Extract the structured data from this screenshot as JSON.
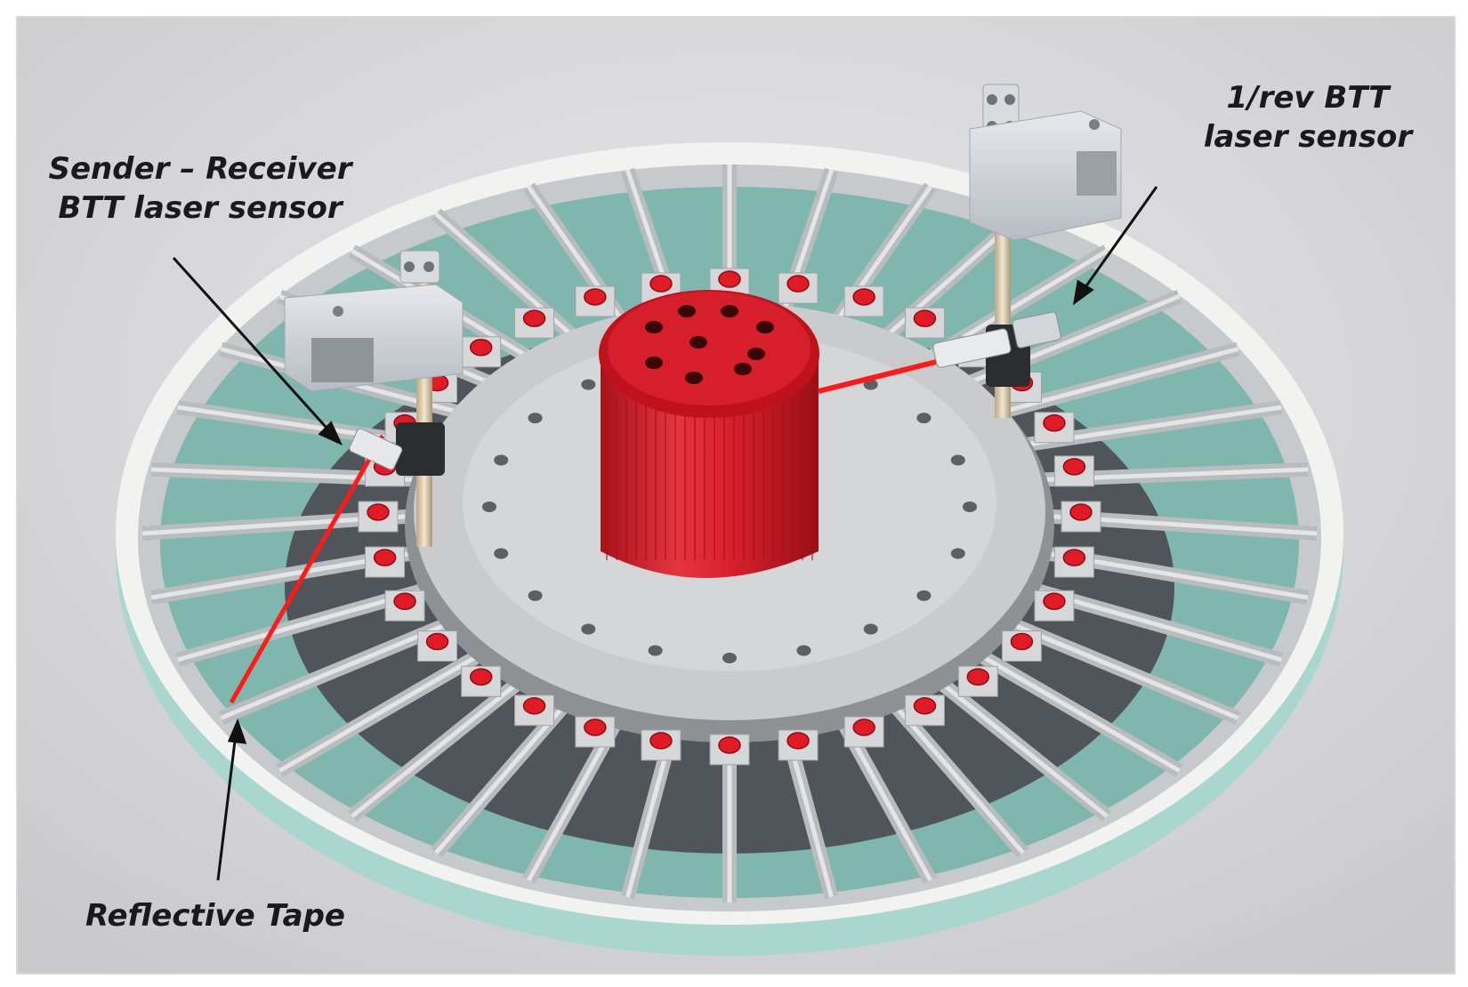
{
  "labels": {
    "sender_receiver": {
      "line1": "Sender – Receiver",
      "line2": "BTT laser sensor"
    },
    "one_rev": {
      "line1": "1/rev BTT",
      "line2": "laser sensor"
    },
    "reflective_tape": "Reflective Tape"
  },
  "colors": {
    "background": "#dcdcdf",
    "rotor_red": "#d8202c",
    "bolt_red": "#e01b26",
    "laser_red": "#ff1a1a",
    "casing_teal": "#a9d6cf",
    "metal_grey": "#b9bcbf",
    "text": "#1a1a1a"
  },
  "components": {
    "blade_count": 36,
    "bolt_count": 32
  }
}
